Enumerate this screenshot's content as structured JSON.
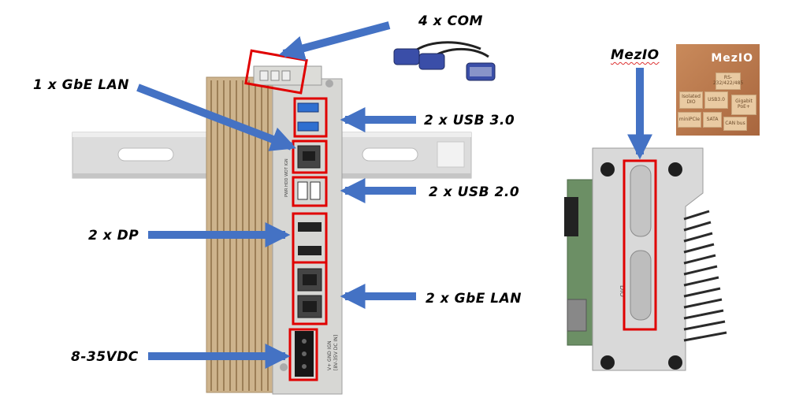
{
  "labels": {
    "com": "4 x COM",
    "gbe_lan_top": "1 x GbE LAN",
    "usb3": "2 x USB 3.0",
    "usb2": "2 x USB 2.0",
    "dp": "2 x DP",
    "gbe_lan_bottom": "2 x GbE LAN",
    "power": "8-35VDC",
    "mezio": "MezIO"
  },
  "mezio_inset": {
    "brand": "MezIO",
    "blocks": [
      "RS-232/422/485",
      "Isolated DIO",
      "USB3.0",
      "Gigabit PoE+",
      "miniPCIe",
      "SATA",
      "CAN bus"
    ]
  },
  "device_markings": {
    "side": "PWR HDD WDT IGN",
    "dio": "DIO",
    "power_terminal": "V+ GND IGN",
    "power_range": "[8V-35V DC IN]"
  },
  "colors": {
    "arrow": "#4472c4",
    "highlight": "#e00000",
    "heatsink": "#cdb38c",
    "chassis": "#d7d7d4",
    "rail": "#dcdcdc"
  }
}
